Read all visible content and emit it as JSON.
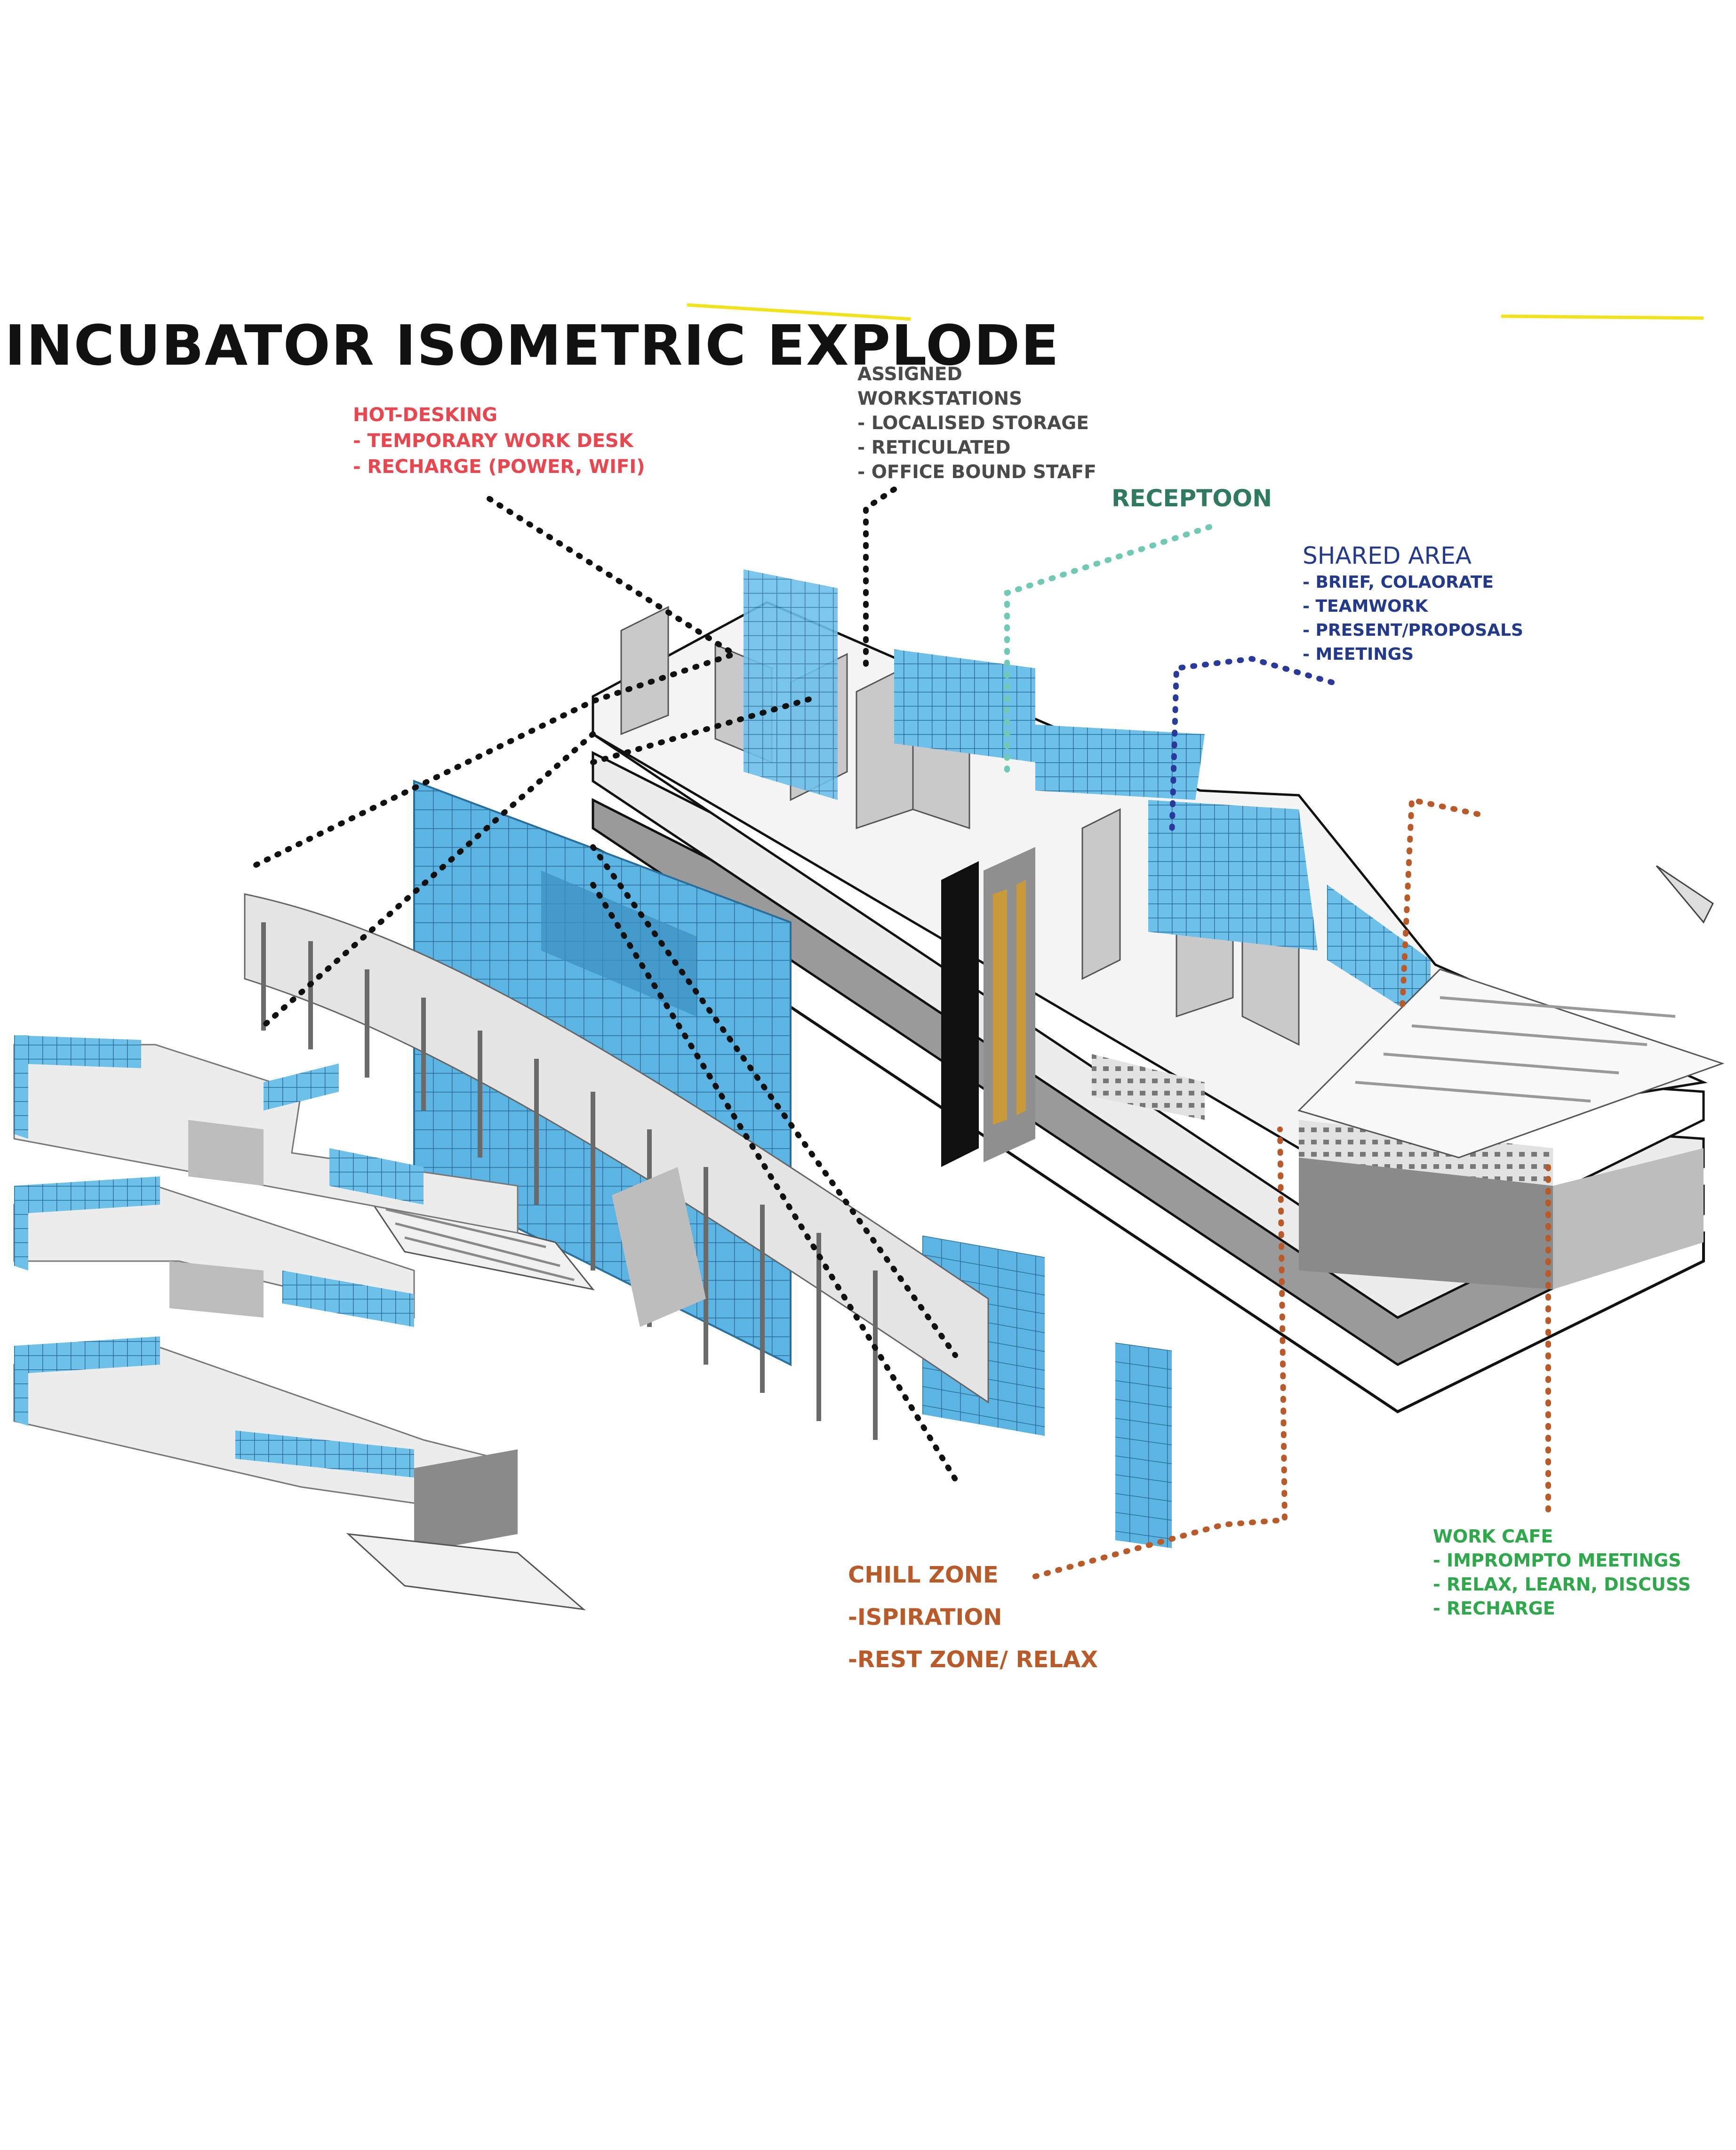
{
  "title": "INCUBATOR ISOMETRIC EXPLODE",
  "annotations": {
    "hot_desking": {
      "color": "#e8474f",
      "lines": [
        "HOT-DESKING",
        "- TEMPORARY WORK DESK",
        "- RECHARGE (POWER, WIFI)"
      ]
    },
    "assigned_workstations": {
      "color": "#4a4a4a",
      "lines": [
        "ASSIGNED",
        "WORKSTATIONS",
        "- LOCALISED STORAGE",
        "- RETICULATED",
        "- OFFICE BOUND STAFF"
      ]
    },
    "reception": {
      "color": "#2f7a60",
      "lines": [
        "RECEPTOON"
      ]
    },
    "shared_area": {
      "color": "#233a8c",
      "lines": [
        "SHARED AREA",
        "- BRIEF, COLAORATE",
        "- TEAMWORK",
        "- PRESENT/PROPOSALS",
        "- MEETINGS"
      ]
    },
    "chill_zone": {
      "color": "#b85a2a",
      "lines": [
        "CHILL ZONE",
        "-ISPIRATION",
        "-REST ZONE/ RELAX"
      ]
    },
    "work_cafe": {
      "color": "#2ea84a",
      "lines": [
        "WORK CAFE",
        "- IMPROMPTO MEETINGS",
        "- RELAX, LEARN, DISCUSS",
        "- RECHARGE"
      ]
    }
  },
  "leader_colors": {
    "black": "#111111",
    "teal": "#6fc9b4",
    "navy": "#2a3a9a",
    "rust": "#b85a2a",
    "accent_yellow": "#f2e21a"
  },
  "materials": {
    "glass": "#5bb4e2",
    "glass_dark": "#3a8ec2",
    "slab": "#f4f4f4",
    "wall": "#c9c9c9",
    "wall_dark": "#8f8f8f"
  }
}
